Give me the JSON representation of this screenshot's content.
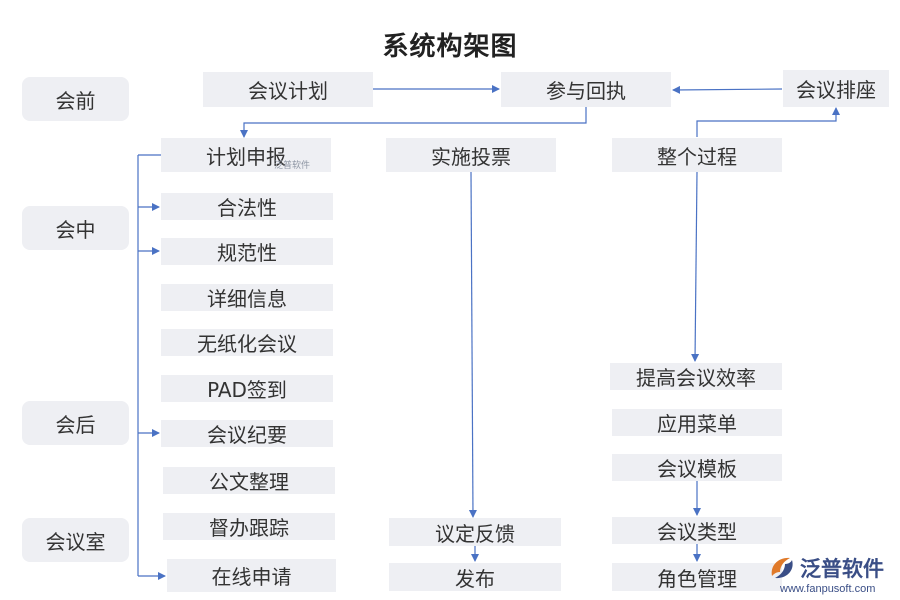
{
  "title": "系统构架图",
  "phases": {
    "before": "会前",
    "during": "会中",
    "after": "会后",
    "room": "会议室"
  },
  "top_row": {
    "meeting_plan": "会议计划",
    "reply": "参与回执",
    "seating": "会议排座"
  },
  "left_column": [
    "计划申报",
    "合法性",
    "规范性",
    "详细信息",
    "无纸化会议",
    "PAD签到",
    "会议纪要",
    "公文整理",
    "督办跟踪",
    "在线申请"
  ],
  "middle_column": {
    "vote": "实施投票",
    "feedback": "议定反馈",
    "publish": "发布"
  },
  "right_column": {
    "process": "整个过程",
    "efficiency": "提高会议效率",
    "app_menu": "应用菜单",
    "template": "会议模板",
    "meeting_type": "会议类型",
    "role_mgmt": "角色管理"
  },
  "watermark_small": "泛普软件",
  "logo": {
    "name": "泛普软件",
    "url": "www.fanpusoft.com"
  },
  "colors": {
    "box_fill": "#eeeff3",
    "connector": "#4a72c4",
    "logo": "#3a4e86"
  }
}
